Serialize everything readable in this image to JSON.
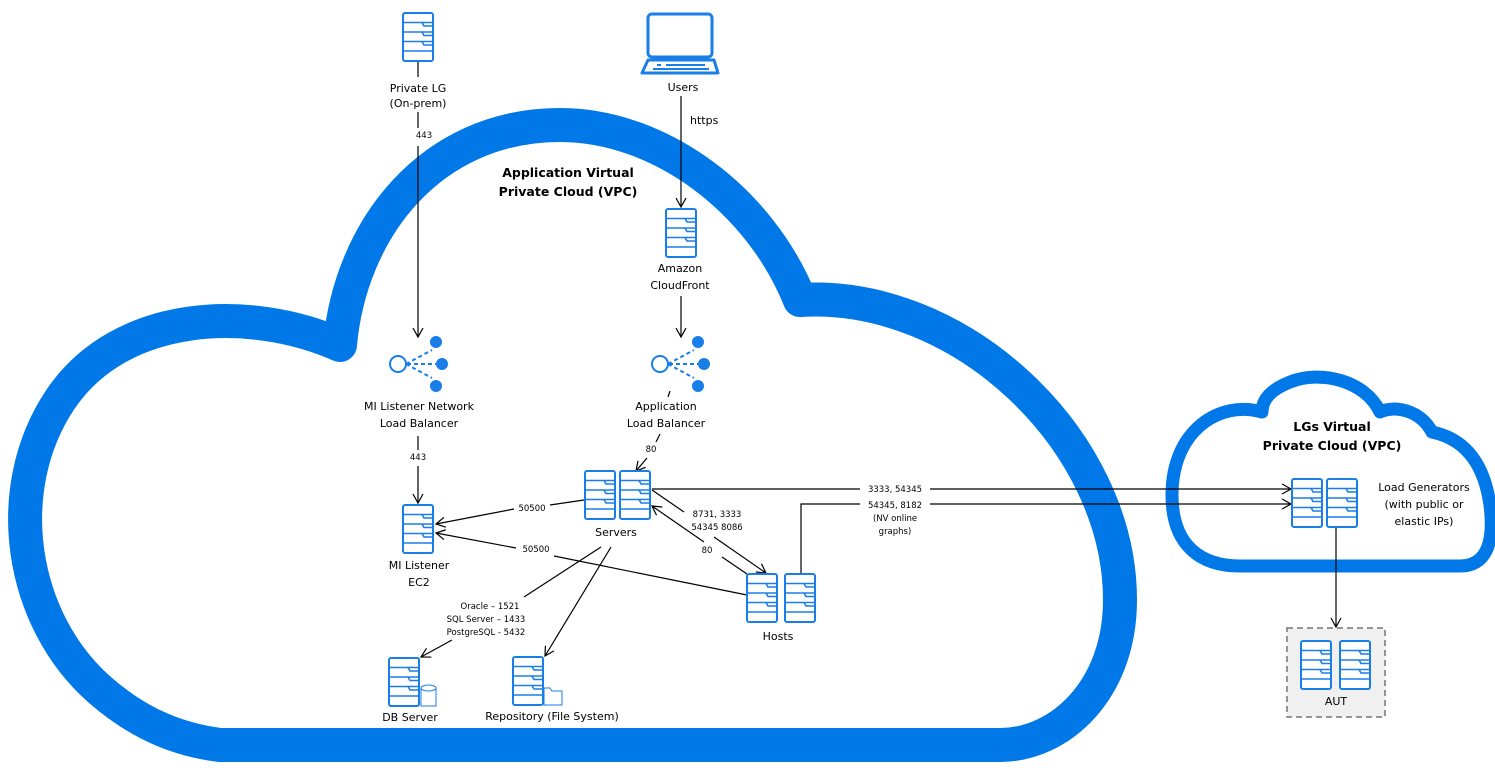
{
  "diagram": {
    "clouds": {
      "app_vpc": {
        "title_line1": "Application Virtual",
        "title_line2": "Private Cloud (VPC)"
      },
      "lg_vpc": {
        "title_line1": "LGs Virtual",
        "title_line2": "Private Cloud (VPC)"
      }
    },
    "nodes": {
      "private_lg": {
        "line1": "Private LG",
        "line2": "(On-prem)",
        "icon": "server-icon"
      },
      "users": {
        "line1": "Users",
        "icon": "laptop-icon"
      },
      "cloudfront": {
        "line1": "Amazon",
        "line2": "CloudFront",
        "icon": "server-icon"
      },
      "mi_nlb": {
        "line1": "MI Listener Network",
        "line2": "Load Balancer",
        "icon": "load-balancer-icon"
      },
      "alb": {
        "line1": "Application",
        "line2": "Load Balancer",
        "icon": "load-balancer-icon"
      },
      "mi_ec2": {
        "line1": "MI Listener",
        "line2": "EC2",
        "icon": "server-icon"
      },
      "servers": {
        "line1": "Servers",
        "icon": "server-pair-icon"
      },
      "hosts": {
        "line1": "Hosts",
        "icon": "server-pair-icon"
      },
      "db_server": {
        "line1": "DB Server",
        "icon": "database-server-icon"
      },
      "repository": {
        "line1": "Repository (File System)",
        "icon": "file-server-icon"
      },
      "load_generators": {
        "line1": "Load Generators",
        "line2": "(with public or",
        "line3": "elastic IPs)",
        "icon": "server-pair-icon"
      },
      "aut": {
        "line1": "AUT",
        "icon": "server-pair-icon"
      }
    },
    "connections": {
      "private_lg_to_nlb": "443",
      "users_to_cloudfront": "https",
      "nlb_to_ec2": "443",
      "alb_to_servers": "80",
      "servers_to_ec2": "50500",
      "hosts_to_ec2": "50500",
      "servers_to_hosts_line1": "8731, 3333",
      "servers_to_hosts_line2": "54345 8086",
      "hosts_to_servers": "80",
      "servers_to_lg": "3333, 54345",
      "hosts_to_lg_line1": "54345, 8182",
      "hosts_to_lg_line2": "(NV online",
      "hosts_to_lg_line3": "graphs)",
      "servers_to_db_line1": "Oracle – 1521",
      "servers_to_db_line2": "SQL Server – 1433",
      "servers_to_db_line3": "PostgreSQL - 5432"
    },
    "colors": {
      "cloud": "#0078e8",
      "icon": "#1a7ee8",
      "aut_box": "#f0f0f0",
      "aut_border": "#777777"
    }
  }
}
